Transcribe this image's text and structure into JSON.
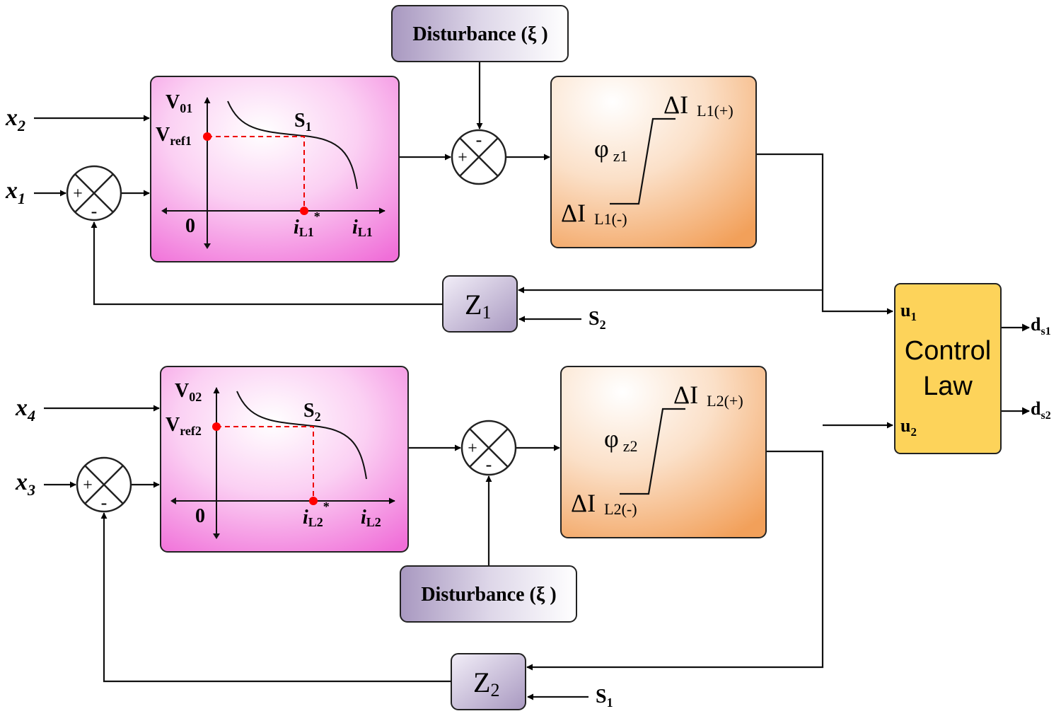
{
  "inputs": {
    "x1": {
      "base": "x",
      "sub": "1"
    },
    "x2": {
      "base": "x",
      "sub": "2"
    },
    "x3": {
      "base": "x",
      "sub": "3"
    },
    "x4": {
      "base": "x",
      "sub": "4"
    }
  },
  "disturbance": {
    "top": "Disturbance (ξ )",
    "bottom": "Disturbance (ξ )"
  },
  "droop1": {
    "v_axis": {
      "base": "V",
      "sub": "01"
    },
    "vref": {
      "base": "V",
      "sub": "ref1"
    },
    "curve": {
      "base": "S",
      "sub": "1"
    },
    "origin": "0",
    "i_ref": {
      "base": "i",
      "sub": "L1",
      "sup": "*"
    },
    "i_axis": {
      "base": "i",
      "sub": "L1"
    }
  },
  "droop2": {
    "v_axis": {
      "base": "V",
      "sub": "02"
    },
    "vref": {
      "base": "V",
      "sub": "ref2"
    },
    "curve": {
      "base": "S",
      "sub": "2"
    },
    "origin": "0",
    "i_ref": {
      "base": "i",
      "sub": "L2",
      "sup": "*"
    },
    "i_axis": {
      "base": "i",
      "sub": "L2"
    }
  },
  "hyst1": {
    "upper": {
      "base": "ΔI",
      "sub": "L1(+)"
    },
    "phi": {
      "base": "φ",
      "sub": "z1"
    },
    "lower": {
      "base": "ΔI",
      "sub": "L1(-)"
    }
  },
  "hyst2": {
    "upper": {
      "base": "ΔI",
      "sub": "L2(+)"
    },
    "phi": {
      "base": "φ",
      "sub": "z2"
    },
    "lower": {
      "base": "ΔI",
      "sub": "L2(-)"
    }
  },
  "z_blocks": {
    "z1": {
      "base": "Z",
      "sub": "1"
    },
    "z2": {
      "base": "Z",
      "sub": "2"
    }
  },
  "switch_signals": {
    "s2": {
      "base": "S",
      "sub": "2"
    },
    "s1": {
      "base": "S",
      "sub": "1"
    }
  },
  "control_law": {
    "line1": "Control",
    "line2": "Law",
    "u1": {
      "base": "u",
      "sub": "1"
    },
    "u2": {
      "base": "u",
      "sub": "2"
    },
    "ds1": {
      "base": "d",
      "sub": "s1"
    },
    "ds2": {
      "base": "d",
      "sub": "s2"
    }
  },
  "signs": {
    "plus": "+",
    "minus": "-"
  },
  "colors": {
    "droop_block": "#f06ed8",
    "hysteresis_block": "#f2a05a",
    "disturbance_block": "#a898c0",
    "z_block": "#a898c0",
    "control_law_block": "#fdd35a",
    "reference_marker": "#ff0000"
  }
}
